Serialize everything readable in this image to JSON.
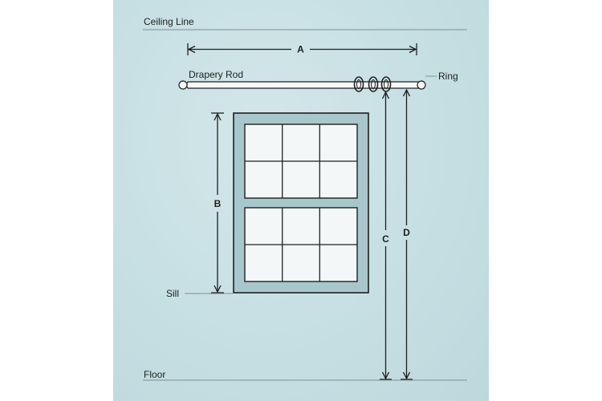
{
  "labels": {
    "ceiling": "Ceiling Line",
    "rod": "Drapery Rod",
    "ring": "Ring",
    "sill": "Sill",
    "floor": "Floor"
  },
  "dimensions": {
    "a": "A",
    "b": "B",
    "c": "C",
    "d": "D"
  },
  "colors": {
    "background": "#c6dfe3",
    "window_frame": "#a8c7cc",
    "glass": "#f4f7f7",
    "line": "#1f1f1f"
  }
}
